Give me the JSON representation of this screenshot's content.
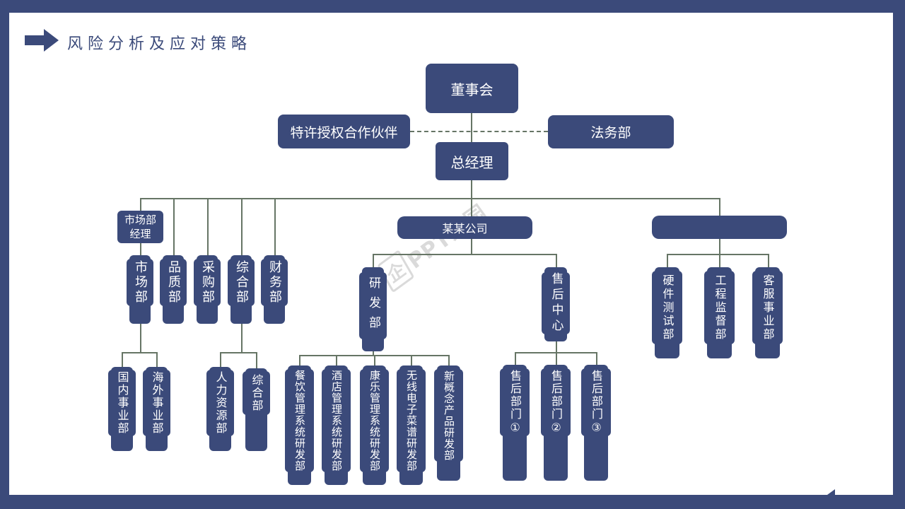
{
  "slide": {
    "title": "风险分析及应对策略",
    "watermark": {
      "logo_char": "企",
      "text": "PPT家园"
    }
  },
  "org": {
    "board": "董事会",
    "franchise_partner": "特许授权合作伙伴",
    "legal": "法务部",
    "general_manager": "总经理",
    "marketing_manager": "市场部\n经理",
    "company": "某某公司",
    "right_branch_title": "",
    "dept_row": [
      "市场部",
      "品质部",
      "采购部",
      "综合部",
      "财务部"
    ],
    "company_children": [
      "研发部",
      "售后中心"
    ],
    "right_children": [
      "硬件测试部",
      "工程监督部",
      "客服事业部"
    ],
    "marketing_children": [
      "国内事业部",
      "海外事业部"
    ],
    "general_children": [
      "人力资源部",
      "综合部"
    ],
    "rnd_children": [
      "餐饮管理系统研发部",
      "酒店管理系统研发部",
      "康乐管理系统研发部",
      "无线电子菜谱研发部",
      "新概念产品研发部"
    ],
    "aftersales_children": [
      "售后部门①",
      "售后部门②",
      "售后部门③"
    ]
  },
  "colors": {
    "navy": "#3b4a7a",
    "line": "#667565",
    "wm": "#bdbdbd"
  }
}
